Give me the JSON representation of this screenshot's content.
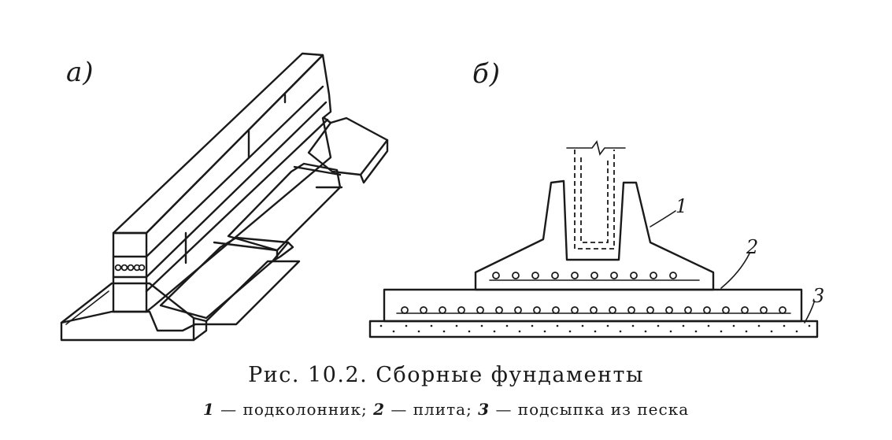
{
  "panels": {
    "a_label": "а)",
    "b_label": "б)"
  },
  "callouts": {
    "one": "1",
    "two": "2",
    "three": "3"
  },
  "caption": {
    "title": "Рис. 10.2. Сборные фундаменты",
    "legend": [
      {
        "num": "1",
        "text": " — подколонник; "
      },
      {
        "num": "2",
        "text": " — плита; "
      },
      {
        "num": "3",
        "text": " — подсыпка  из  песка"
      }
    ]
  }
}
